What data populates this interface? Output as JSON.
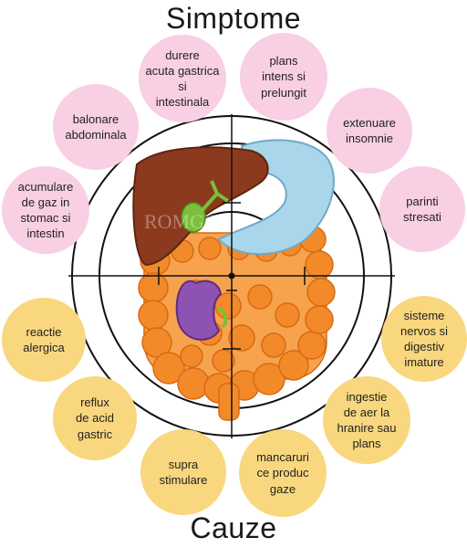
{
  "title_top": "Simptome",
  "title_bottom": "Cauze",
  "watermark": "ROMGEC",
  "colors": {
    "symptom_bubble": "#f8cfe3",
    "cause_bubble": "#f9d77e",
    "liver": "#8b3a1e",
    "stomach": "#a9d6ea",
    "intestine": "#f28a2a",
    "kidney": "#8e52b3"
  },
  "symptoms": [
    "durere\nacuta gastrica\nsi\nintestinala",
    "plans\nintens si\nprelungit",
    "balonare\nabdominala",
    "extenuare\ninsomnie",
    "acumulare\nde gaz in\nstomac si\nintestin",
    "parinti\nstresati"
  ],
  "causes": [
    "reactie\nalergica",
    "sisteme\nnervos si\ndigestiv\nimature",
    "reflux\nde acid\ngastric",
    "ingestie\nde aer la\nhranire sau\nplans",
    "supra\nstimulare",
    "mancaruri\nce produc\ngaze"
  ]
}
